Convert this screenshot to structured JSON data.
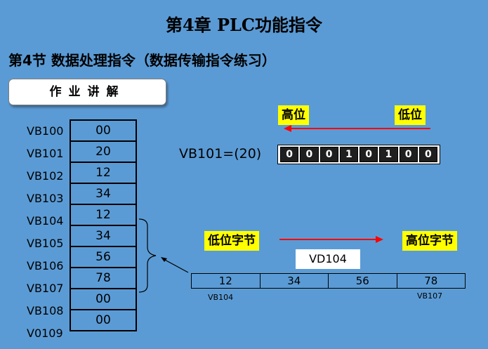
{
  "title": "第4章  PLC功能指令",
  "section": "第4节   数据处理指令（数据传输指令练习）",
  "explain_button": "作业讲解",
  "memory": {
    "labels": [
      "VB100",
      "VB101",
      "VB102",
      "VB103",
      "VB104",
      "VB105",
      "VB106",
      "VB107",
      "VB108",
      "V0109"
    ],
    "values": [
      "00",
      "20",
      "12",
      "34",
      "12",
      "34",
      "56",
      "78",
      "00",
      "00"
    ]
  },
  "bit_diagram": {
    "high_label": "高位",
    "low_label": "低位",
    "equation": "VB101=(20)",
    "bits": [
      "0",
      "0",
      "0",
      "1",
      "0",
      "1",
      "0",
      "0"
    ],
    "arrow_color": "#ff0000"
  },
  "byte_order": {
    "low_label": "低位字节",
    "high_label": "高位字节",
    "vd_label": "VD104",
    "cells": [
      "12",
      "34",
      "56",
      "78"
    ],
    "first_byte": "VB104",
    "last_byte": "VB107"
  }
}
